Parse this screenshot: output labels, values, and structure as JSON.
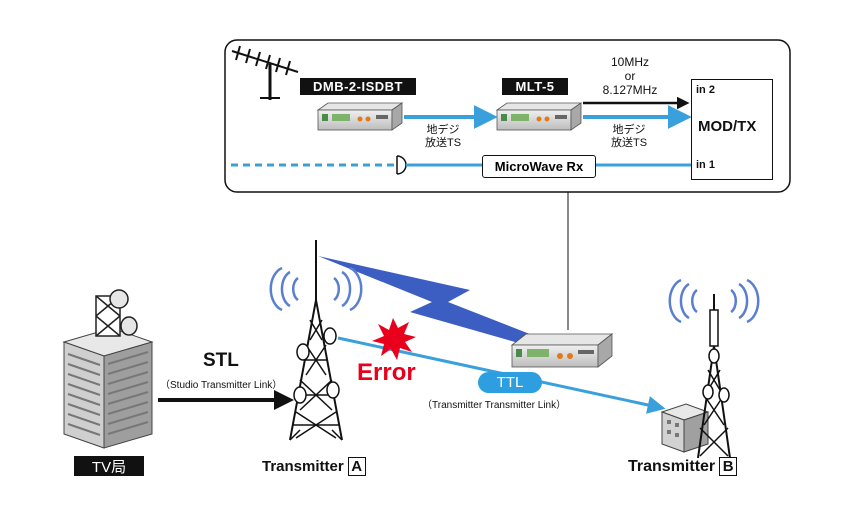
{
  "equipment": {
    "dmb_label": "DMB-2-ISDBT",
    "mlt_label": "MLT-5",
    "microwave_label": "MicroWave Rx",
    "freq_label_1": "10MHz",
    "freq_label_2": "or",
    "freq_label_3": "8.127MHz",
    "ts_label_1a": "地デジ",
    "ts_label_1b": "放送TS",
    "ts_label_2a": "地デジ",
    "ts_label_2b": "放送TS"
  },
  "mod_tx": {
    "title": "MOD/TX",
    "in2": "in 2",
    "in1": "in 1"
  },
  "links": {
    "stl_title": "STL",
    "stl_sub": "（Studio Transmitter Link）",
    "ttl_title": "TTL",
    "ttl_sub": "（Transmitter Transmitter Link）",
    "error": "Error"
  },
  "sites": {
    "tv_station": "TV局",
    "transmitter_a_text": "Transmitter",
    "transmitter_a_letter": "A",
    "transmitter_b_text": "Transmitter",
    "transmitter_b_letter": "B"
  },
  "colors": {
    "blue_line": "#3aa0dc",
    "ttl_pill": "#2d9fe0",
    "error_red": "#e8001c",
    "lightning": "#3c5ec2",
    "radio_wave": "#5a7fd0"
  }
}
